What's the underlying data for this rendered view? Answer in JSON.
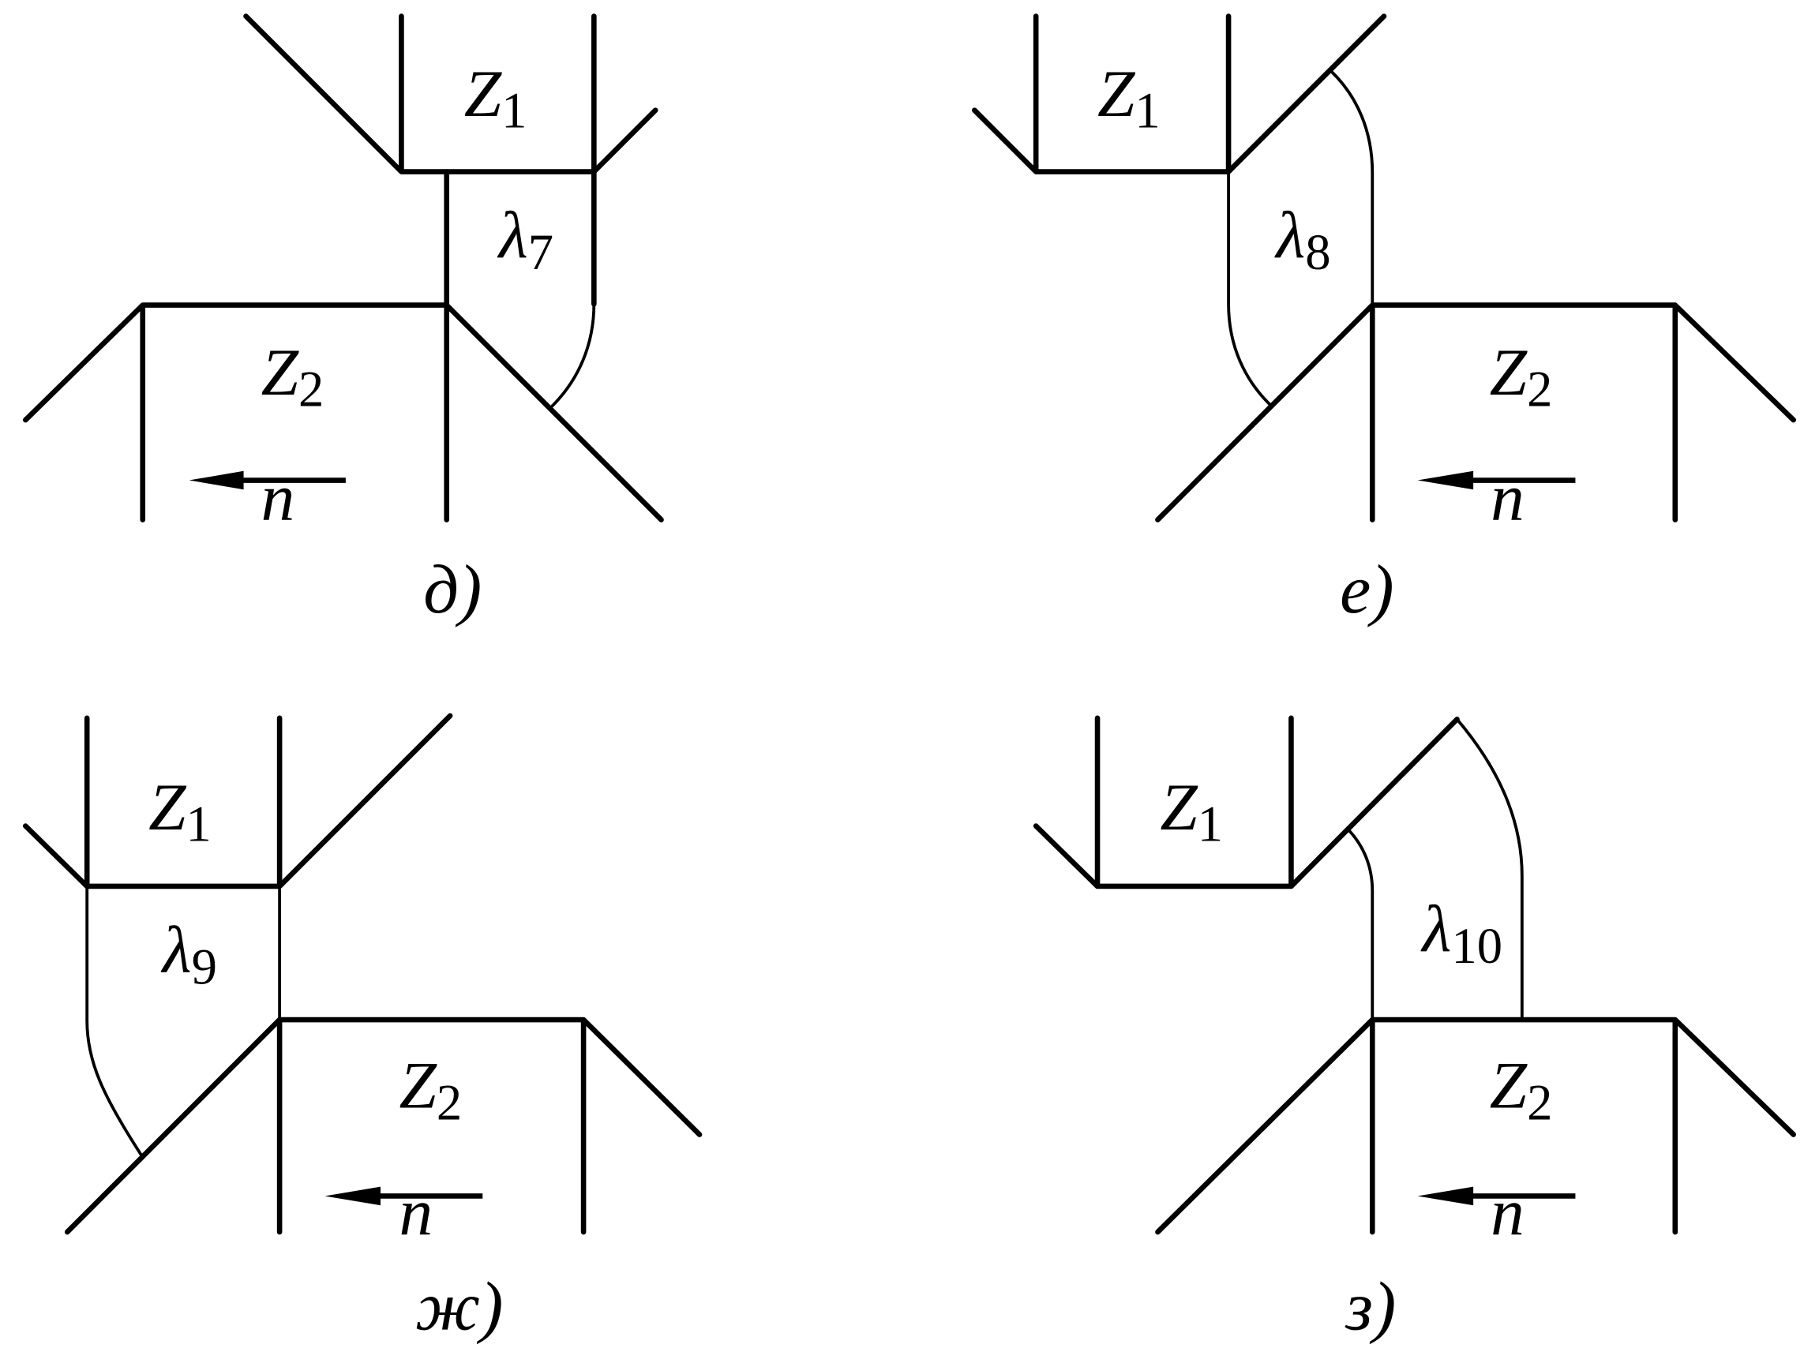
{
  "panels": [
    {
      "id": "d",
      "caption": "д)",
      "z1": {
        "letter": "Z",
        "sub": "1"
      },
      "z2": {
        "letter": "Z",
        "sub": "2"
      },
      "lambda": {
        "letter": "λ",
        "sub": "7"
      },
      "n_label": "n"
    },
    {
      "id": "e",
      "caption": "е)",
      "z1": {
        "letter": "Z",
        "sub": "1"
      },
      "z2": {
        "letter": "Z",
        "sub": "2"
      },
      "lambda": {
        "letter": "λ",
        "sub": "8"
      },
      "n_label": "n"
    },
    {
      "id": "zh",
      "caption": "ж)",
      "z1": {
        "letter": "Z",
        "sub": "1"
      },
      "z2": {
        "letter": "Z",
        "sub": "2"
      },
      "lambda": {
        "letter": "λ",
        "sub": "9"
      },
      "n_label": "n"
    },
    {
      "id": "z",
      "caption": "з)",
      "z1": {
        "letter": "Z",
        "sub": "1"
      },
      "z2": {
        "letter": "Z",
        "sub": "2"
      },
      "lambda": {
        "letter": "λ",
        "sub": "10"
      },
      "n_label": "n"
    }
  ]
}
